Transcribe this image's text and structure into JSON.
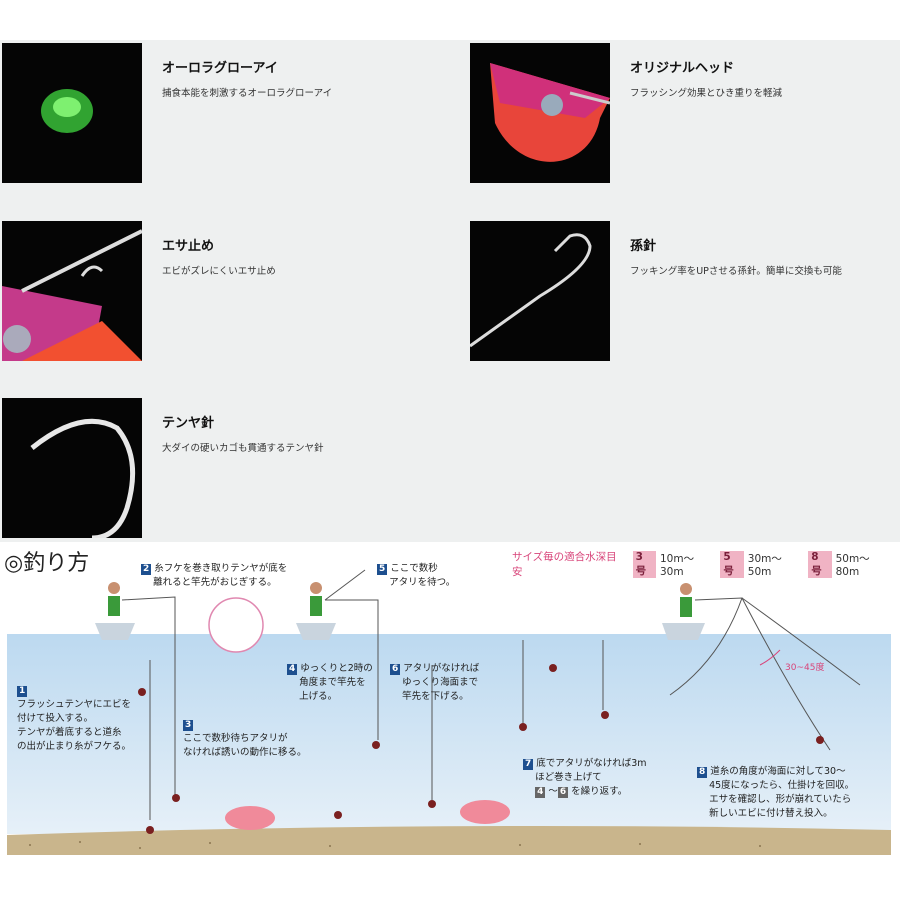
{
  "features": [
    {
      "title": "オーロラグローアイ",
      "desc": "捕食本能を刺激するオーロラグローアイ",
      "icon": "glow-eye-image"
    },
    {
      "title": "オリジナルヘッド",
      "desc": "フラッシング効果とひき重りを軽減",
      "icon": "head-image"
    },
    {
      "title": "エサ止め",
      "desc": "エビがズレにくいエサ止め",
      "icon": "bait-stopper-image"
    },
    {
      "title": "孫針",
      "desc": "フッキング率をUPさせる孫針。簡単に交換も可能",
      "icon": "stinger-hook-image"
    },
    {
      "title": "テンヤ針",
      "desc": "大ダイの硬いカゴも貫通するテンヤ針",
      "icon": "tenya-hook-image"
    }
  ],
  "section_title": "◎釣り方",
  "legend": {
    "label": "サイズ毎の適合水深目安",
    "items": [
      {
        "size": "3号",
        "range": "10m〜30m"
      },
      {
        "size": "5号",
        "range": "30m〜50m"
      },
      {
        "size": "8号",
        "range": "50m〜80m"
      }
    ]
  },
  "steps": [
    {
      "n": "1",
      "lines": [
        "フラッシュテンヤにエビを",
        "付けて投入する。",
        "テンヤが着底すると道糸",
        "の出が止まり糸がフケる。"
      ]
    },
    {
      "n": "2",
      "lines": [
        "糸フケを巻き取りテンヤが底を",
        "離れると竿先がおじぎする。"
      ]
    },
    {
      "n": "3",
      "lines": [
        "ここで数秒待ちアタリが",
        "なければ誘いの動作に移る。"
      ]
    },
    {
      "n": "4",
      "lines": [
        "ゆっくりと2時の",
        "角度まで竿先を",
        "上げる。"
      ]
    },
    {
      "n": "5",
      "lines": [
        "ここで数秒",
        "アタリを待つ。"
      ]
    },
    {
      "n": "6",
      "lines": [
        "アタリがなければ",
        "ゆっくり海面まで",
        "竿先を下げる。"
      ]
    },
    {
      "n": "7",
      "lines": [
        "底でアタリがなければ3m",
        "ほど巻き上げて"
      ],
      "repeat": {
        "a": "4",
        "sep": "〜",
        "b": "6",
        "text": "を繰り返す。"
      }
    },
    {
      "n": "8",
      "lines": [
        "道糸の角度が海面に対して30〜",
        "45度になったら、仕掛けを回収。",
        "エサを確認し、形が崩れていたら",
        "新しいエビに付け替え投入。"
      ]
    }
  ],
  "angle_label": "30~45度",
  "colors": {
    "panel": "#eef0f0",
    "water": "#c5def2",
    "sand": "#c9b58c",
    "accent": "#d8457a",
    "step": "#1d4f8f"
  }
}
